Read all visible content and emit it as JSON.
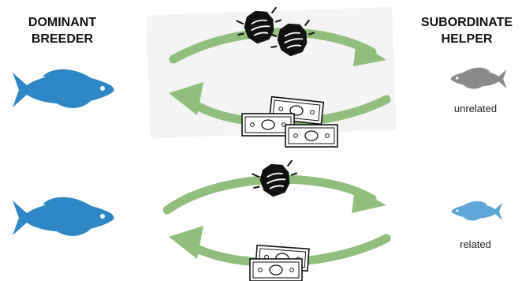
{
  "headings": {
    "dominant": "DOMINANT\nBREEDER",
    "subordinate": "SUBORDINATE\nHELPER"
  },
  "labels": {
    "unrelated": "unrelated",
    "related": "related"
  },
  "colors": {
    "breeder_fish": "#2f86c5",
    "unrelated_fish": "#8a8a8a",
    "related_fish": "#5ea6d6",
    "arrow": "#8fbf7a",
    "panel_background": "#f4f4f4"
  },
  "icons": {
    "fist": "fist-icon",
    "money": "banknote-icon"
  }
}
